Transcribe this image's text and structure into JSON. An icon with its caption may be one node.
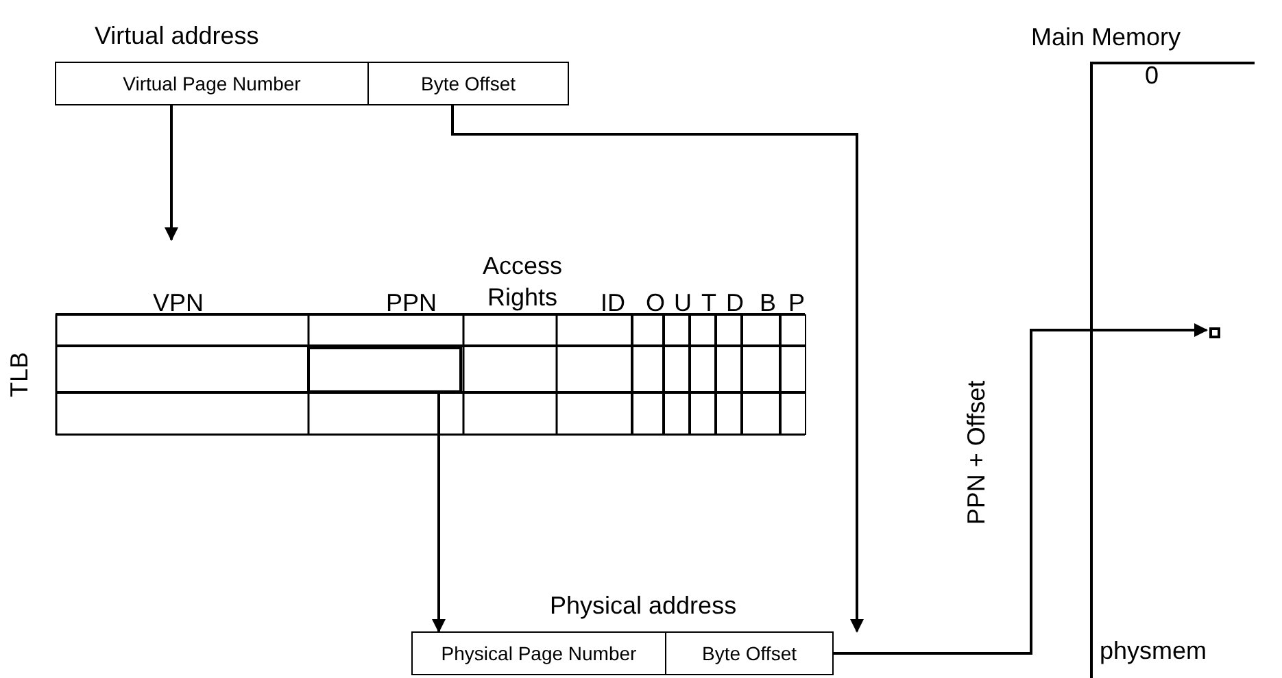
{
  "diagram": {
    "nodes": [
      {
        "text": [
          "Virtual address"
        ]
      },
      {
        "text": [
          "Virtual Page Number"
        ],
        "in": 0
      },
      {
        "text": [
          "Byte Offset"
        ],
        "in": 0
      },
      {
        "text": [
          "TLB"
        ]
      },
      {
        "text": [],
        "shape": "box",
        "in": 3
      },
      {
        "text": [
          "Physical address"
        ]
      },
      {
        "text": [
          "Physical Page Number"
        ],
        "in": 5
      },
      {
        "text": [
          "Byte Offset"
        ],
        "in": 5
      },
      {
        "text": [
          "Main Memory",
          "0",
          "physmem"
        ]
      },
      {
        "text": [],
        "shape": "box",
        "in": 8
      }
    ],
    "edges": [
      {
        "from": 1,
        "to": 3,
        "arrow": "to"
      },
      {
        "from": 2,
        "to": 7,
        "arrow": "to"
      },
      {
        "from": 4,
        "to": 6,
        "arrow": "to"
      },
      {
        "from": 7,
        "to": 9,
        "arrow": "to",
        "label": "PPN + Offset"
      }
    ],
    "labels": [
      "VPN",
      "PPN",
      "Access Rights",
      "ID",
      "O",
      "U",
      "T",
      "D",
      "B",
      "P"
    ]
  }
}
